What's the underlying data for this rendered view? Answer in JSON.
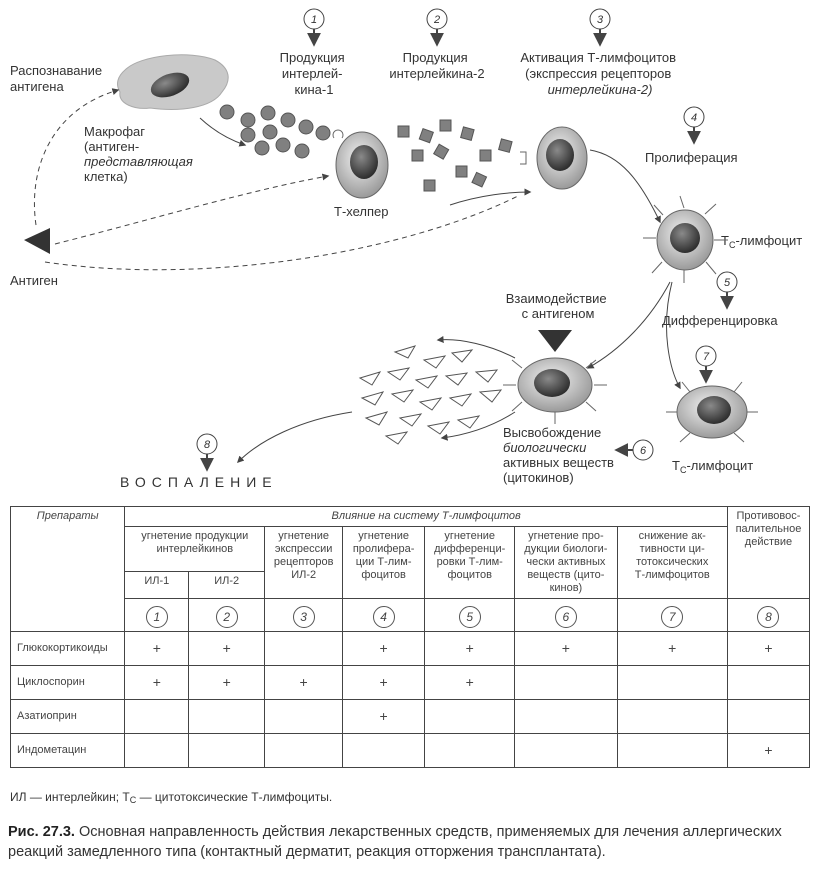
{
  "diagram": {
    "steps": [
      {
        "num": "1",
        "label_lines": [
          "Продукция",
          "интерлей-",
          "кина-1"
        ]
      },
      {
        "num": "2",
        "label_lines": [
          "Продукция",
          "интерлейкина-2"
        ]
      },
      {
        "num": "3",
        "label_lines": [
          "Активация Т-лимфоцитов",
          "(экспрессия рецепторов",
          "интерлейкина-2)"
        ]
      },
      {
        "num": "4",
        "label_lines": [
          "Пролиферация"
        ]
      },
      {
        "num": "5",
        "label_lines": [
          "Дифференцировка"
        ]
      },
      {
        "num": "6"
      },
      {
        "num": "7"
      },
      {
        "num": "8"
      }
    ],
    "recognition": [
      "Распознавание",
      "антигена"
    ],
    "macrophage": [
      "Макрофаг",
      "(антиген-",
      "представляющая",
      "клетка)"
    ],
    "antigen": "Антиген",
    "t_helper": "Т-хелпер",
    "tc_main": "Т",
    "tc_sub": "C",
    "tc_rest": "-лимфоцит",
    "interaction": [
      "Взаимодействие",
      "с антигеном"
    ],
    "release": [
      "Высвобождение",
      "биологически",
      "активных веществ",
      "(цитокинов)"
    ],
    "inflammation": "ВОСПАЛЕНИЕ"
  },
  "table": {
    "col_drugs": "Препараты",
    "col_influence": "Влияние на систему Т-лимфоцитов",
    "col_anti": [
      "Противовос-",
      "палительное",
      "действие"
    ],
    "subheaders": {
      "il_production": [
        "угнетение продукции",
        "интерлейкинов"
      ],
      "il1": "ИЛ-1",
      "il2": "ИЛ-2",
      "receptor": [
        "угнетение",
        "экспрессии",
        "рецепторов",
        "ИЛ-2"
      ],
      "prolif": [
        "угнетение",
        "пролифера-",
        "ции Т-лим-",
        "фоцитов"
      ],
      "diff": [
        "угнетение",
        "дифференци-",
        "ровки Т-лим-",
        "фоцитов"
      ],
      "bio": [
        "угнетение про-",
        "дукции биологи-",
        "чески активных",
        "веществ (цито-",
        "кинов)"
      ],
      "cyto": [
        "снижение ак-",
        "тивности ци-",
        "тотоксических",
        "Т-лимфоцитов"
      ]
    },
    "numbers": [
      "1",
      "2",
      "3",
      "4",
      "5",
      "6",
      "7",
      "8"
    ],
    "rows": [
      {
        "name": "Глюкокортикоиды",
        "marks": [
          "+",
          "+",
          "",
          "+",
          "+",
          "+",
          "+",
          "+"
        ]
      },
      {
        "name": "Циклоспорин",
        "marks": [
          "+",
          "+",
          "+",
          "+",
          "+",
          "",
          "",
          ""
        ]
      },
      {
        "name": "Азатиоприн",
        "marks": [
          "",
          "",
          "",
          "+",
          "",
          "",
          "",
          ""
        ]
      },
      {
        "name": "Индометацин",
        "marks": [
          "",
          "",
          "",
          "",
          "",
          "",
          "",
          "+"
        ]
      }
    ]
  },
  "legend": {
    "text1": "ИЛ — интерлейкин; Т",
    "sub": "С",
    "text2": " — цитотоксические Т-лимфоциты."
  },
  "caption": {
    "prefix": "Рис. 27.3.",
    "text": " Основная направленность действия лекарственных средств, применяемых для лечения аллергических реакций замедленного типа (контактный дерматит, реакция отторжения трансплантата)."
  }
}
